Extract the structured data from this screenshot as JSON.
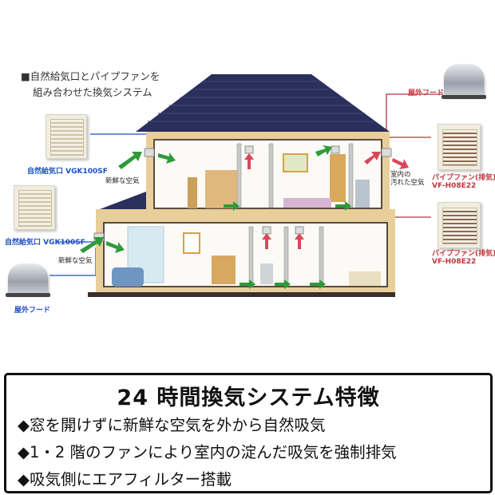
{
  "intro": {
    "line1": "■自然給気口とパイプファンを",
    "line2": "組み合わせた換気システム"
  },
  "left_devices": [
    {
      "type": "intake-vent",
      "label": "自然給気口 VGK100SF"
    },
    {
      "type": "intake-vent",
      "label": "自然給気口 VGK100SF"
    },
    {
      "type": "outdoor-hood",
      "label": "屋外フード"
    }
  ],
  "right_devices": [
    {
      "type": "outdoor-hood",
      "label": "屋外フード"
    },
    {
      "type": "pipe-fan",
      "label_line1": "パイプファン(排気)",
      "label_line2": "VF-H08E22"
    },
    {
      "type": "pipe-fan",
      "label_line1": "パイプファン(排気)",
      "label_line2": "VF-H08E22"
    }
  ],
  "flow_labels": {
    "fresh_air_upper": "新鮮な空気",
    "fresh_air_lower": "新鮮な空気",
    "stale_air_line1": "室内の",
    "stale_air_line2": "汚れた空気"
  },
  "colors": {
    "roof": "#2a2f5c",
    "wall": "#e8cf9a",
    "wall_outline": "#5b4a3e",
    "intake_line": "#1c4fc4",
    "exhaust_line": "#b8343c",
    "fresh_arrow": "#2f9a3a",
    "stale_arrow": "#d9485a"
  },
  "features": {
    "title": "24 時間換気システム特徴",
    "items": [
      "◆窓を開けずに新鮮な空気を外から自然吸気",
      "◆1・2 階のファンにより室内の淀んだ吸気を強制排気",
      "◆吸気側にエアフィルター搭載"
    ]
  }
}
